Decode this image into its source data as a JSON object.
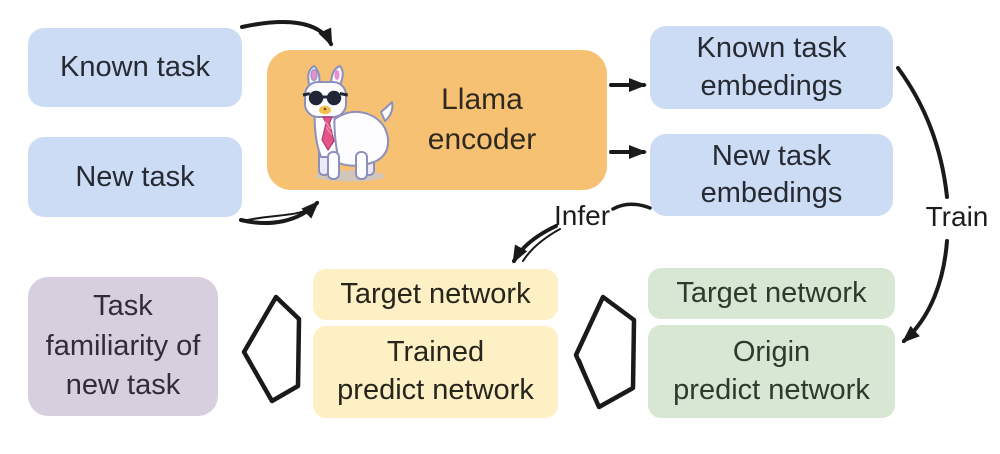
{
  "colors": {
    "blue_box": "#cddcf5",
    "orange_box": "#f7c173",
    "yellow_box": "#fdf0c5",
    "green_box": "#d8e6d4",
    "purple_box": "#d7cede",
    "arrow": "#1a1a1a"
  },
  "nodes": {
    "known_task": {
      "label": "Known task"
    },
    "new_task": {
      "label": "New task"
    },
    "llama_encoder": {
      "label": "Llama\nencoder",
      "icon": "llama-cartoon-icon"
    },
    "known_task_embedings": {
      "label": "Known task\nembedings"
    },
    "new_task_embedings": {
      "label": "New task\nembedings"
    },
    "target_network_infer": {
      "label": "Target network"
    },
    "trained_predict_network": {
      "label": "Trained\npredict network"
    },
    "target_network_train": {
      "label": "Target network"
    },
    "origin_predict_network": {
      "label": "Origin\npredict network"
    },
    "task_familiarity": {
      "label": "Task\nfamiliarity of\nnew task"
    }
  },
  "edge_labels": {
    "train": "Train",
    "infer": "Infer"
  }
}
